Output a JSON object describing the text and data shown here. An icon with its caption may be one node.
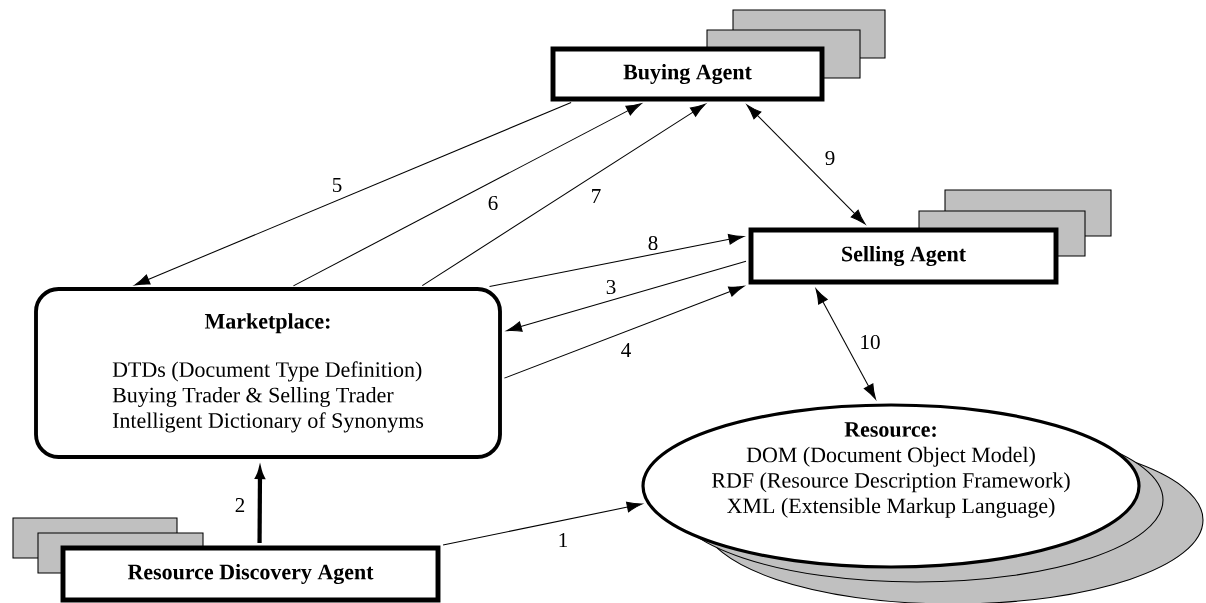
{
  "diagram": {
    "nodes": [
      {
        "text": [
          "Buying Agent"
        ]
      },
      {
        "text": [
          "Selling Agent"
        ]
      },
      {
        "text": [
          "Marketplace:",
          "DTDs (Document Type Definition)",
          "Buying Trader & Selling Trader",
          "Intelligent Dictionary of Synonyms"
        ]
      },
      {
        "text": [
          "Resource:",
          "DOM (Document Object Model)",
          "RDF (Resource Description Framework)",
          "XML (Extensible Markup Language)"
        ]
      },
      {
        "text": [
          "Resource Discovery Agent"
        ]
      }
    ],
    "edges": [
      {
        "from": 4,
        "to": 3,
        "arrow": "to",
        "label": "1"
      },
      {
        "from": 4,
        "to": 2,
        "arrow": "to",
        "label": "2",
        "style": "thick"
      },
      {
        "from": 1,
        "to": 2,
        "arrow": "to",
        "label": "3"
      },
      {
        "from": 2,
        "to": 1,
        "arrow": "to",
        "label": "4"
      },
      {
        "from": 0,
        "to": 2,
        "arrow": "to",
        "label": "5"
      },
      {
        "from": 2,
        "to": 0,
        "arrow": "to",
        "label": "6"
      },
      {
        "from": 2,
        "to": 0,
        "arrow": "to",
        "label": "7"
      },
      {
        "from": 2,
        "to": 1,
        "arrow": "to",
        "label": "8"
      },
      {
        "from": 0,
        "to": 1,
        "arrow": "both",
        "label": "9"
      },
      {
        "from": 1,
        "to": 3,
        "arrow": "both",
        "label": "10"
      }
    ]
  }
}
